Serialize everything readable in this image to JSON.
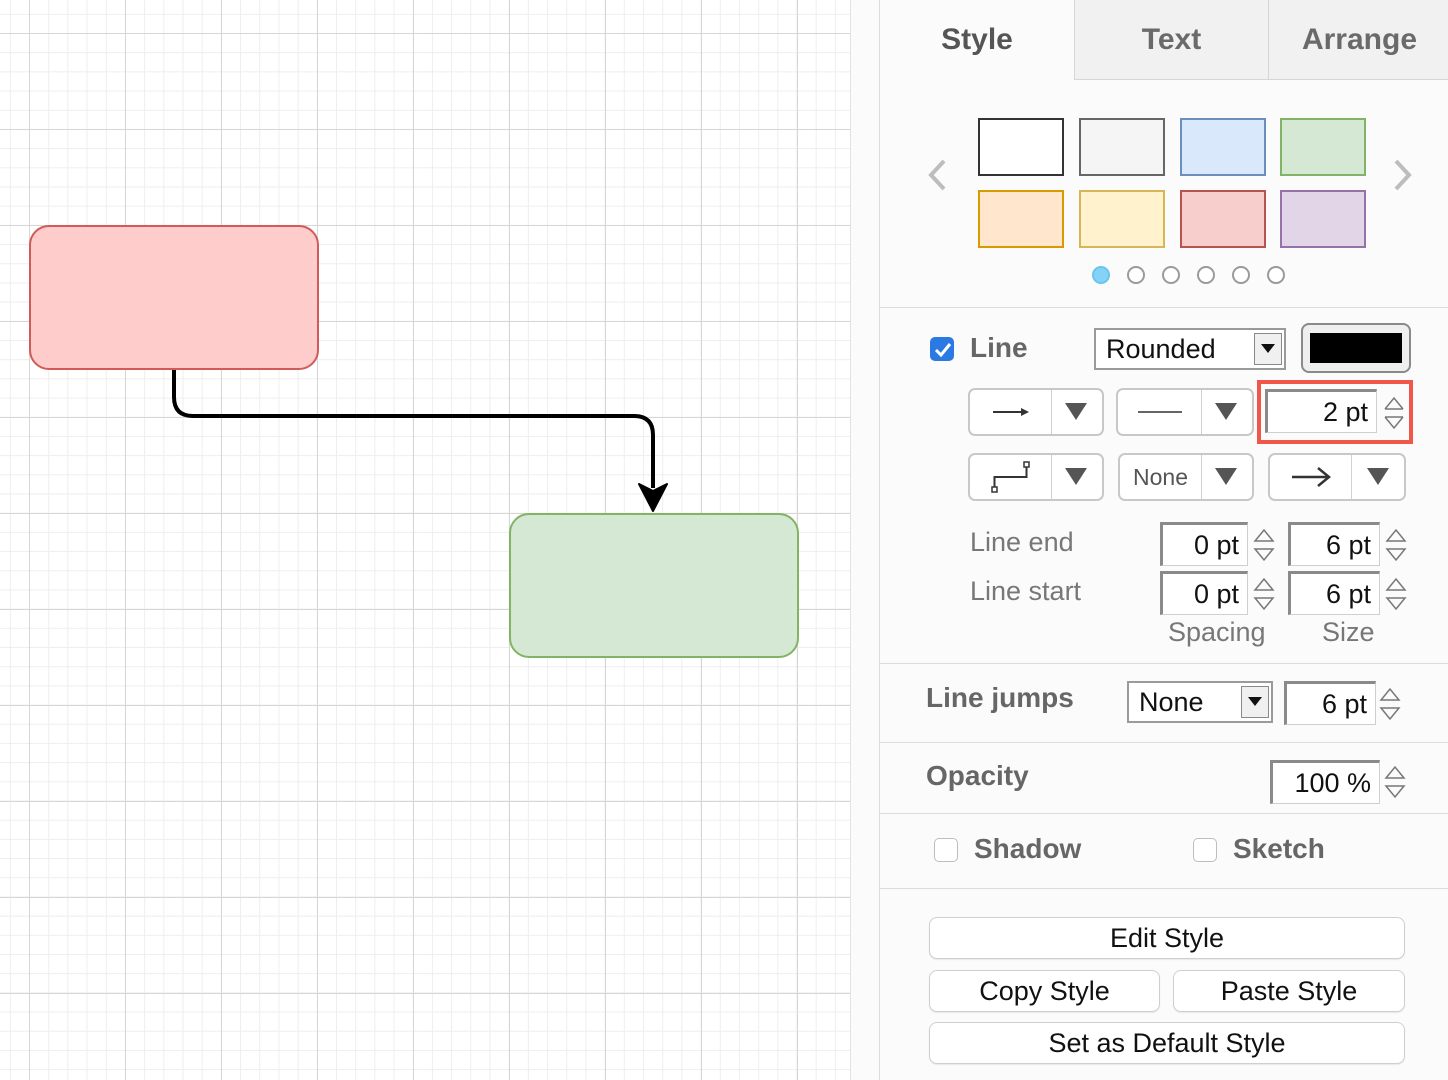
{
  "tabs": [
    {
      "label": "Style",
      "active": true
    },
    {
      "label": "Text",
      "active": false
    },
    {
      "label": "Arrange",
      "active": false
    }
  ],
  "palette": {
    "swatches": [
      {
        "fill": "#ffffff",
        "stroke": "#333333"
      },
      {
        "fill": "#f5f5f5",
        "stroke": "#666666"
      },
      {
        "fill": "#dae8fc",
        "stroke": "#6c8ebf"
      },
      {
        "fill": "#d5e8d4",
        "stroke": "#82b366"
      },
      {
        "fill": "#ffe6cc",
        "stroke": "#d79b00"
      },
      {
        "fill": "#fff2cc",
        "stroke": "#d6b656"
      },
      {
        "fill": "#f8cecc",
        "stroke": "#b85450"
      },
      {
        "fill": "#e1d5e7",
        "stroke": "#9673a6"
      }
    ],
    "pages": 6,
    "active_page": 0
  },
  "line": {
    "enabled": true,
    "label": "Line",
    "style": "Rounded",
    "color": "#000000",
    "width": "2 pt",
    "start_marker": "None",
    "line_end_label": "Line end",
    "line_start_label": "Line start",
    "line_end_spacing": "0 pt",
    "line_end_size": "6 pt",
    "line_start_spacing": "0 pt",
    "line_start_size": "6 pt",
    "spacing_label": "Spacing",
    "size_label": "Size"
  },
  "line_jumps": {
    "label": "Line jumps",
    "value": "None",
    "size": "6 pt"
  },
  "opacity": {
    "label": "Opacity",
    "value": "100 %"
  },
  "shadow": {
    "label": "Shadow",
    "checked": false
  },
  "sketch": {
    "label": "Sketch",
    "checked": false
  },
  "buttons": {
    "edit_style": "Edit Style",
    "copy_style": "Copy Style",
    "paste_style": "Paste Style",
    "set_default": "Set as Default Style"
  },
  "colors": {
    "highlight": "#f0564a",
    "checkbox_blue": "#2b7ae4",
    "dot_active": "#84d2f6",
    "node_red_fill": "#ffcccc",
    "node_red_stroke": "#d05b58",
    "node_green_fill": "#d5e8d4",
    "node_green_stroke": "#82b366"
  },
  "icons": [
    "chevron-left-icon",
    "chevron-right-icon",
    "arrow-line-icon",
    "solid-line-icon",
    "waypoint-icon",
    "arrow-end-icon",
    "dropdown-triangle-icon",
    "spinner-icon"
  ]
}
